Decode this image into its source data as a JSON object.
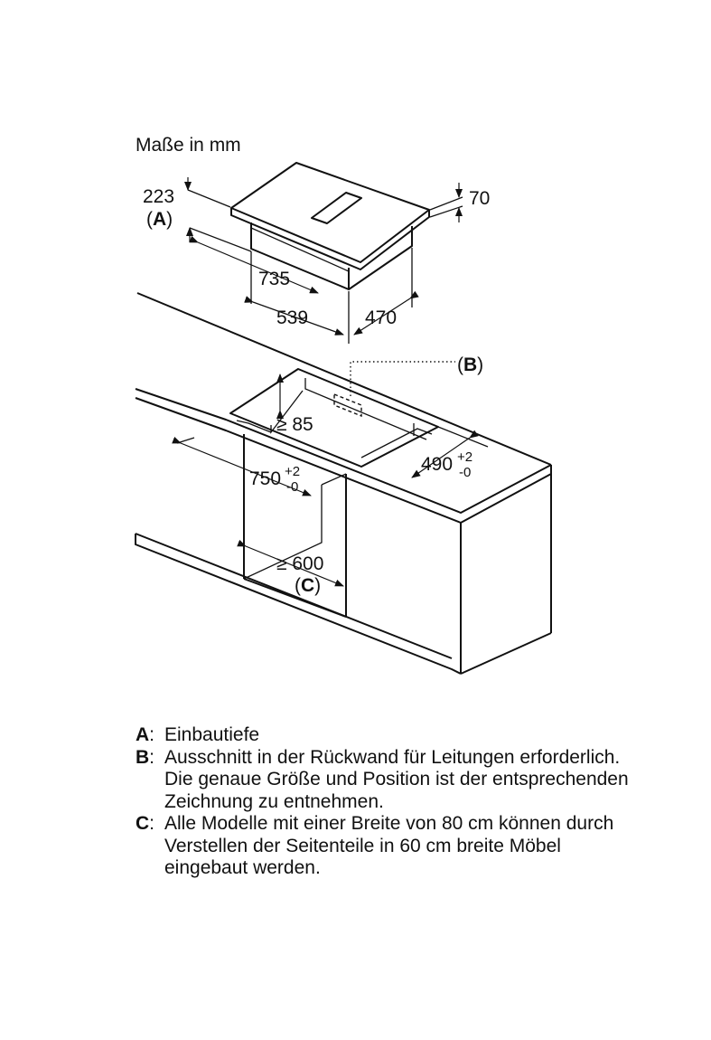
{
  "diagram": {
    "units_label": "Maße in mm",
    "dim_223": "223",
    "label_a": "A",
    "dim_70": "70",
    "dim_735": "735",
    "dim_539": "539",
    "dim_470": "470",
    "label_b": "B",
    "dim_85": "≥ 85",
    "dim_750": "750",
    "dim_490": "490",
    "tol_plus": "+2",
    "tol_minus": "-0",
    "dim_600": "≥ 600",
    "label_c": "C"
  },
  "legend": [
    {
      "key": "A",
      "text": "Einbautiefe"
    },
    {
      "key": "B",
      "text": "Ausschnitt in der Rückwand für Leitungen erforderlich. Die genaue Größe und Position ist der entsprechenden Zeichnung zu entnehmen."
    },
    {
      "key": "C",
      "text": "Alle Modelle mit einer Breite von 80 cm können durch Verstellen der Seitenteile in 60 cm breite Möbel eingebaut werden."
    }
  ]
}
